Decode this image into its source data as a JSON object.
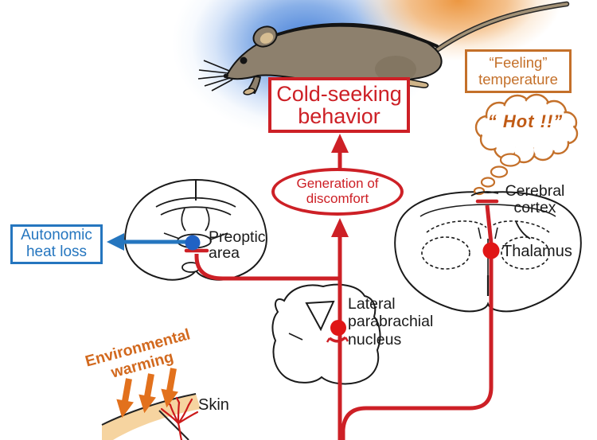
{
  "figure": {
    "behavior_box": {
      "line1": "Cold-seeking",
      "line2": "behavior"
    },
    "discomfort_oval": {
      "line1": "Generation of",
      "line2": "discomfort"
    },
    "feeling_box": {
      "line1": "“Feeling”",
      "line2": "temperature"
    },
    "thought_bubble": {
      "text": "“ Hot !!”"
    },
    "autonomic_box": {
      "line1": "Autonomic",
      "line2": "heat loss"
    },
    "environment": {
      "line1": "Environmental",
      "line2": "warming"
    },
    "anatomy_labels": {
      "preoptic": {
        "line1": "Preoptic",
        "line2": "area"
      },
      "cerebral_cortex": {
        "line1": "Cerebral",
        "line2": "cortex"
      },
      "thalamus": "Thalamus",
      "parabrachial": {
        "line1": "Lateral",
        "line2": "parabrachial",
        "line3": "nucleus"
      },
      "skin": "Skin"
    },
    "colors": {
      "pathway_red": "#cd2026",
      "autonomic_blue": "#2576bf",
      "perception_orange": "#c4702a",
      "warming_arrow_orange": "#e2711d",
      "skin_tone": "#f6d4a0",
      "mouse_body_gray": "#8d806d",
      "cool_glow_blue": "#3473d4",
      "warm_glow_orange": "#eb9238"
    }
  }
}
